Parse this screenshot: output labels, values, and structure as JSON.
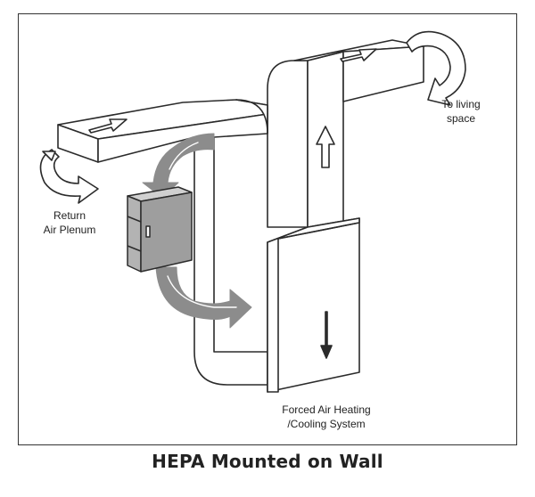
{
  "labels": {
    "living": [
      "To living",
      "space"
    ],
    "plenum": [
      "Return",
      "Air Plenum"
    ],
    "furnace": [
      "Forced  Air Heating",
      "/Cooling System"
    ]
  },
  "caption": "HEPA Mounted on Wall",
  "colors": {
    "line": "#2b2b2b",
    "flow": "#8c8c8c",
    "unit": "#b3b3b3",
    "duct": "#ffffff"
  }
}
